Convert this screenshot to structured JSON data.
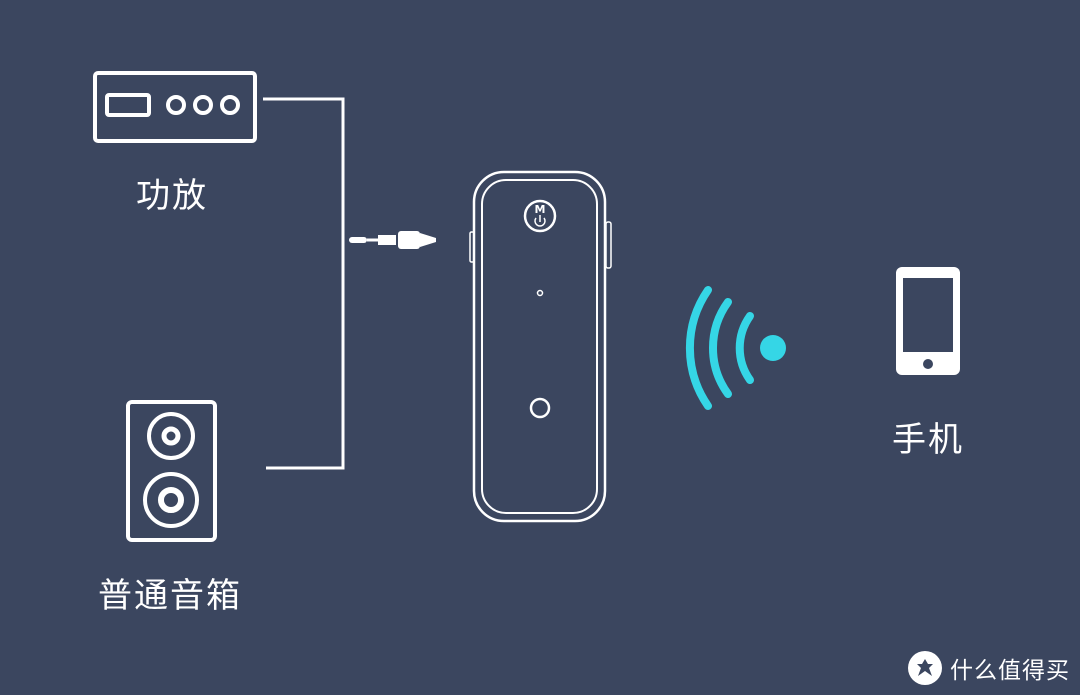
{
  "labels": {
    "amplifier": "功放",
    "speaker": "普通音箱",
    "phone": "手机"
  },
  "device": {
    "mode_button_letter": "M"
  },
  "watermark": {
    "text": "什么值得买",
    "icon": "smzdm-logo-icon"
  },
  "colors": {
    "background": "#3b465f",
    "line": "#ffffff",
    "signal": "#35d6e6"
  },
  "icons": [
    "amplifier-icon",
    "speaker-icon",
    "audio-jack-icon",
    "bluetooth-receiver-icon",
    "wireless-signal-icon",
    "smartphone-icon"
  ]
}
